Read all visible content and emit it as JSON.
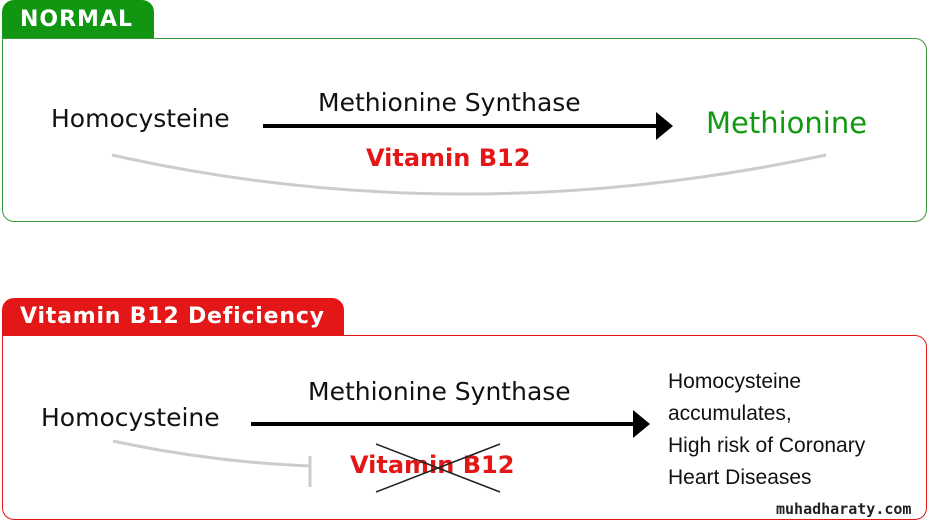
{
  "normal": {
    "tab_label": "NORMAL",
    "substrate": "Homocysteine",
    "enzyme": "Methionine Synthase",
    "cofactor": "Vitamin B12",
    "product": "Methionine"
  },
  "deficiency": {
    "tab_label": "Vitamin B12 Deficiency",
    "substrate": "Homocysteine",
    "enzyme": "Methionine Synthase",
    "cofactor": "Vitamin B12",
    "outcome_lines": [
      "Homocysteine",
      "accumulates,",
      "High risk of Coronary",
      "Heart Diseases"
    ]
  },
  "watermark": "muhadharaty.com",
  "colors": {
    "normal_accent": "#109610",
    "deficiency_accent": "#e31717",
    "product_text": "#119a11",
    "arc_gray": "#cccccc"
  }
}
